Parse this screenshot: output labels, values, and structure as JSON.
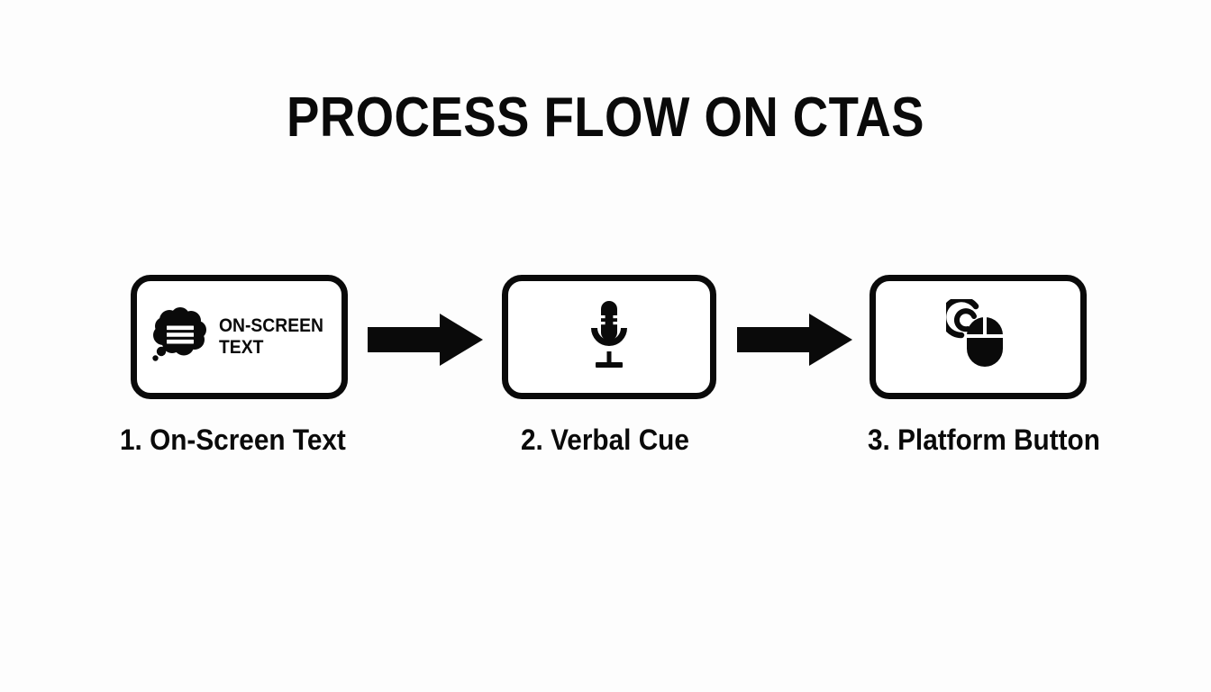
{
  "slide": {
    "title": "PROCESS FLOW ON CTAS",
    "background_color": "#fdfdfd",
    "ink_color": "#0a0a0a"
  },
  "flow": {
    "steps": [
      {
        "index": "1",
        "caption": "1. On-Screen Text",
        "icon": "thought-bubble-icon",
        "inline_label_line1": "ON-SCREEN",
        "inline_label_line2": "TEXT"
      },
      {
        "index": "2",
        "caption": "2. Verbal Cue",
        "icon": "microphone-icon"
      },
      {
        "index": "3",
        "caption": "3. Platform Button",
        "icon": "mouse-click-icon"
      }
    ],
    "connectors": [
      {
        "name": "arrow-1",
        "direction": "right"
      },
      {
        "name": "arrow-2",
        "direction": "right"
      }
    ]
  }
}
